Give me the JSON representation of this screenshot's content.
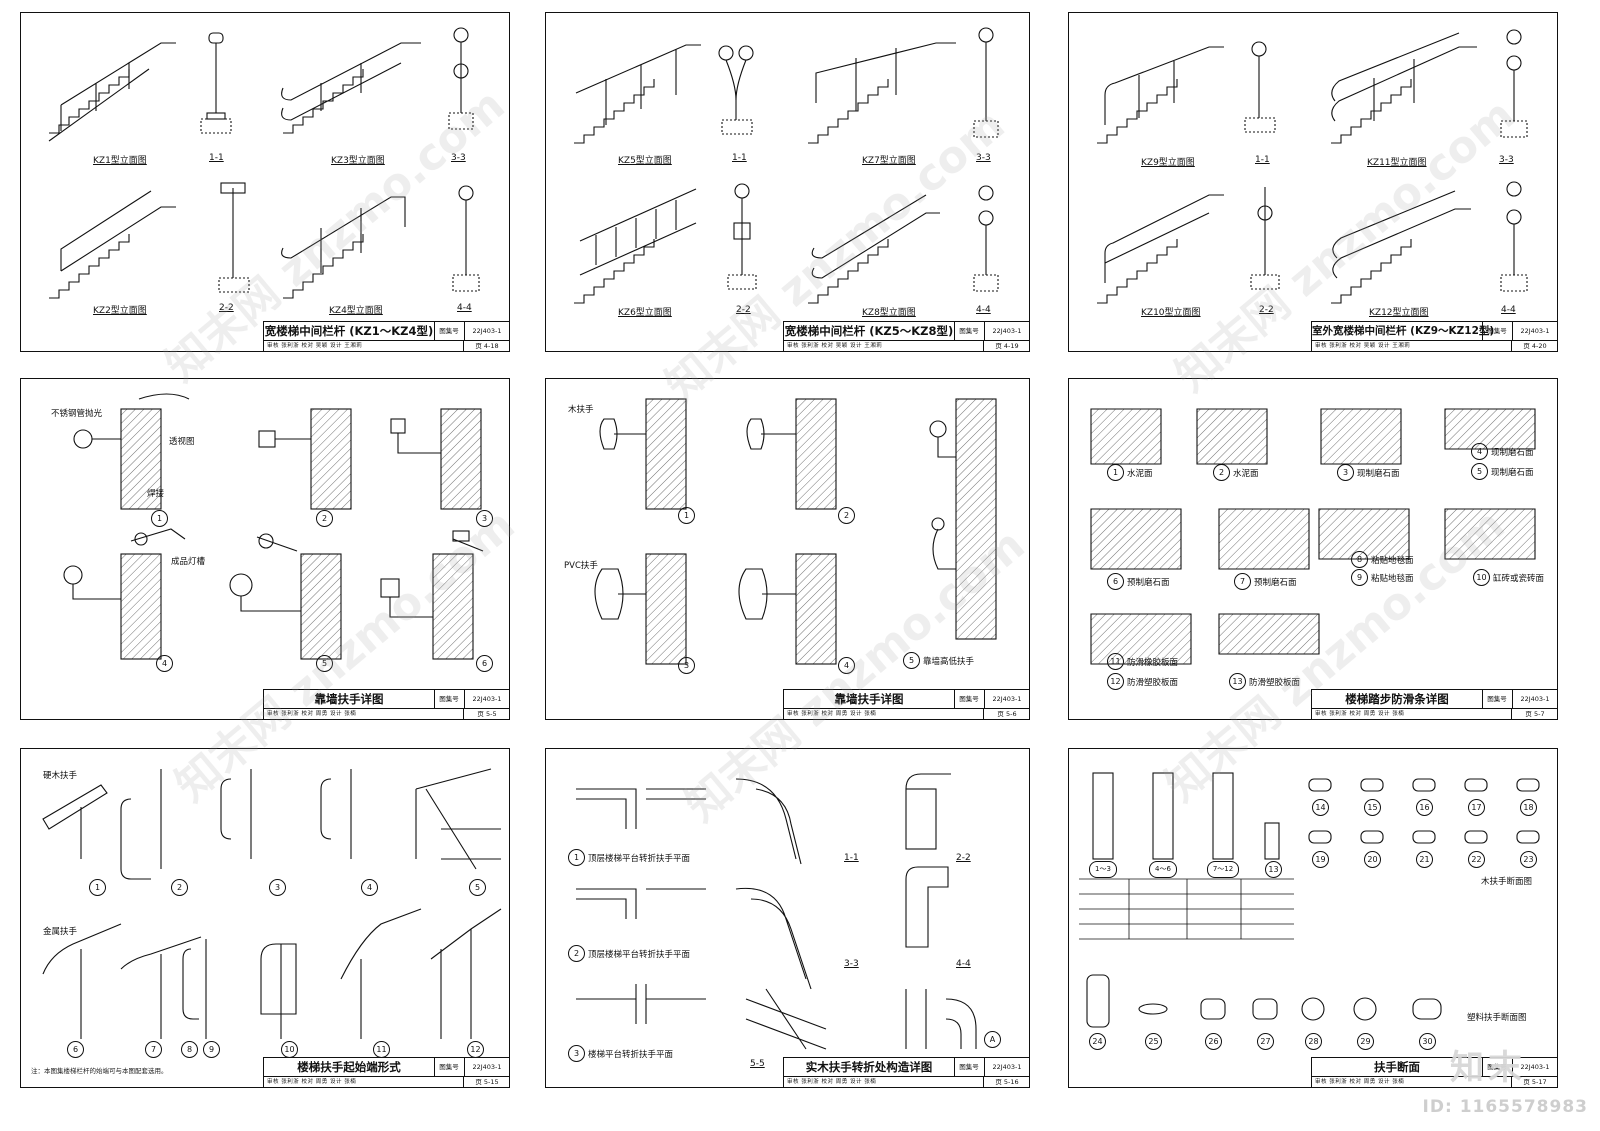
{
  "sheets": [
    {
      "title": "宽楼梯中间栏杆 (KZ1～KZ4型)",
      "atlas_label": "图集号",
      "atlas_code": "22J403-1",
      "sign_row": "审核 张利浙 校对 吴颖 设计 王湘莉",
      "page_label": "页",
      "page": "4-18",
      "captions": [
        "KZ1型立面图",
        "1-1",
        "KZ3型立面图",
        "3-3",
        "KZ2型立面图",
        "2-2",
        "KZ4型立面图",
        "4-4"
      ]
    },
    {
      "title": "宽楼梯中间栏杆 (KZ5～KZ8型)",
      "atlas_label": "图集号",
      "atlas_code": "22J403-1",
      "sign_row": "审核 张利浙 校对 吴颖 设计 王湘莉",
      "page_label": "页",
      "page": "4-19",
      "captions": [
        "KZ5型立面图",
        "1-1",
        "KZ7型立面图",
        "3-3",
        "KZ6型立面图",
        "2-2",
        "KZ8型立面图",
        "4-4"
      ]
    },
    {
      "title": "室外宽楼梯中间栏杆 (KZ9～KZ12型)",
      "atlas_label": "图集号",
      "atlas_code": "22J403-1",
      "sign_row": "审核 张利浙 校对 吴颖 设计 王湘莉",
      "page_label": "页",
      "page": "4-20",
      "captions": [
        "KZ9型立面图",
        "1-1",
        "KZ11型立面图",
        "3-3",
        "KZ10型立面图",
        "2-2",
        "KZ12型立面图",
        "4-4"
      ]
    },
    {
      "title": "靠墙扶手详图",
      "atlas_label": "图集号",
      "atlas_code": "22J403-1",
      "sign_row": "审核 张利浙 校对 周勇 设计 张楠",
      "page_label": "页",
      "page": "5-5",
      "circles": [
        "1",
        "2",
        "3",
        "4",
        "5",
        "6"
      ],
      "labels": [
        "不锈钢管抛光",
        "透视图",
        "焊接",
        "成品灯槽"
      ]
    },
    {
      "title": "靠墙扶手详图",
      "atlas_label": "图集号",
      "atlas_code": "22J403-1",
      "sign_row": "审核 张利浙 校对 周勇 设计 张楠",
      "page_label": "页",
      "page": "5-6",
      "circles": [
        "1",
        "2",
        "3",
        "4",
        "5"
      ],
      "labels": [
        "木扶手",
        "PVC扶手",
        "靠墙高低扶手"
      ]
    },
    {
      "title": "楼梯踏步防滑条详图",
      "atlas_label": "图集号",
      "atlas_code": "22J403-1",
      "sign_row": "审核 张利浙 校对 周勇 设计 张楠",
      "page_label": "页",
      "page": "5-7",
      "items": [
        {
          "n": "1",
          "t": "水泥面"
        },
        {
          "n": "2",
          "t": "水泥面"
        },
        {
          "n": "3",
          "t": "现制磨石面"
        },
        {
          "n": "4",
          "t": "现制磨石面"
        },
        {
          "n": "5",
          "t": "现制磨石面"
        },
        {
          "n": "6",
          "t": "预制磨石面"
        },
        {
          "n": "7",
          "t": "预制磨石面"
        },
        {
          "n": "8",
          "t": "粘贴地毯面"
        },
        {
          "n": "9",
          "t": "粘贴地毯面"
        },
        {
          "n": "10",
          "t": "缸砖或瓷砖面"
        },
        {
          "n": "11",
          "t": "防滑橡胶板面"
        },
        {
          "n": "12",
          "t": "防滑塑胶板面"
        },
        {
          "n": "13",
          "t": "防滑塑胶板面"
        }
      ]
    },
    {
      "title": "楼梯扶手起始端形式",
      "atlas_label": "图集号",
      "atlas_code": "22J403-1",
      "sign_row": "审核 张利浙 校对 周勇 设计 张楠",
      "page_label": "页",
      "page": "5-15",
      "labels": [
        "硬木扶手",
        "金属扶手"
      ],
      "circles": [
        "1",
        "2",
        "3",
        "4",
        "5",
        "6",
        "7",
        "8",
        "9",
        "10",
        "11",
        "12"
      ],
      "note": "注：本图集楼梯栏杆的始端可与本图配套选用。"
    },
    {
      "title": "实木扶手转折处构造详图",
      "atlas_label": "图集号",
      "atlas_code": "22J403-1",
      "sign_row": "审核 张利浙 校对 周勇 设计 张楠",
      "page_label": "页",
      "page": "5-16",
      "plans": [
        {
          "n": "1",
          "t": "顶层楼梯平台转折扶手平面"
        },
        {
          "n": "2",
          "t": "顶层楼梯平台转折扶手平面"
        },
        {
          "n": "3",
          "t": "楼梯平台转折扶手平面"
        }
      ],
      "sections": [
        "1-1",
        "2-2",
        "3-3",
        "4-4",
        "5-5",
        "A"
      ]
    },
    {
      "title": "扶手断面",
      "atlas_label": "图集号",
      "atlas_code": "22J403-1",
      "sign_row": "审核 张利浙 校对 周勇 设计 张楠",
      "page_label": "页",
      "page": "5-17",
      "section_titles": [
        "木扶手断面图",
        "塑料扶手断面图"
      ],
      "circles_top": [
        "14",
        "15",
        "16",
        "17",
        "18"
      ],
      "circles_mid": [
        "19",
        "20",
        "21",
        "22",
        "23"
      ],
      "circles_bottom": [
        "24",
        "25",
        "26",
        "27",
        "28",
        "29",
        "30"
      ],
      "ranges": [
        "1～3",
        "4～6",
        "7～12",
        "13"
      ]
    }
  ],
  "watermark": "知末网 znzmo.com",
  "brand": "知末",
  "image_id": "ID: 1165578983"
}
